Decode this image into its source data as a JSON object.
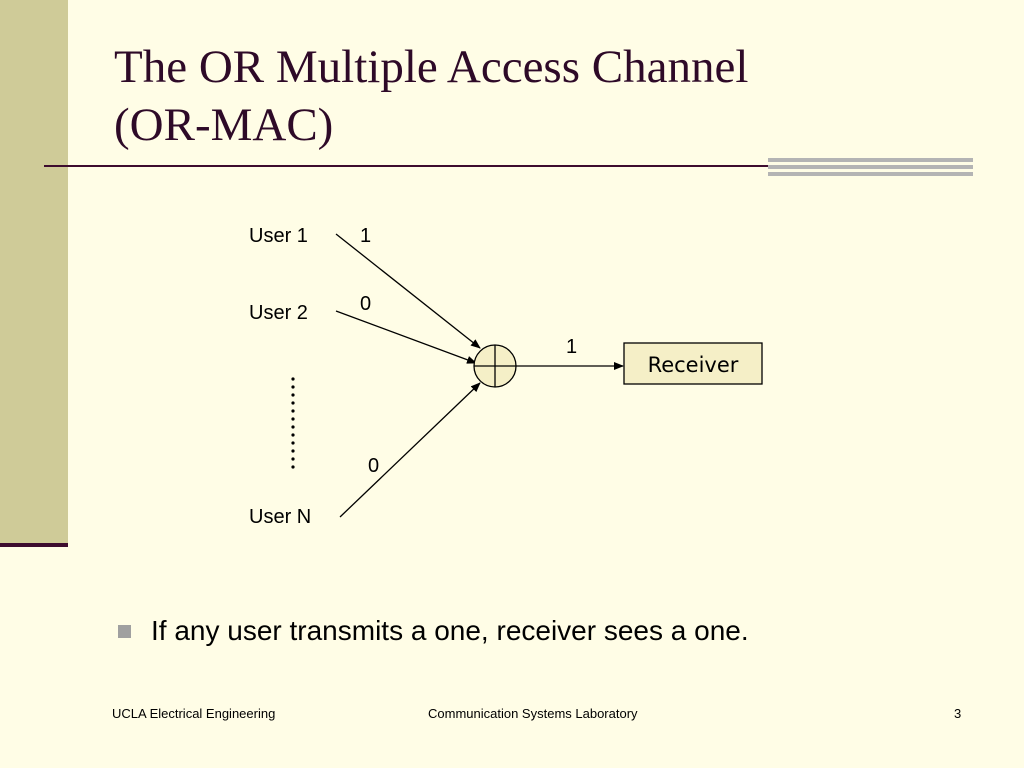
{
  "slide": {
    "title_line1": "The OR Multiple Access Channel",
    "title_line2": "(OR-MAC)"
  },
  "diagram": {
    "users": [
      "User 1",
      "User 2",
      "User N"
    ],
    "user_bits": [
      "1",
      "0",
      "0"
    ],
    "output_bit": "1",
    "receiver_label": "Receiver",
    "ellipsis_marker": "vertical-dots",
    "combiner_symbol": "circle-plus-or-gate"
  },
  "bullet": {
    "text": "If any user transmits a one, receiver sees a one."
  },
  "footer": {
    "left": "UCLA Electrical Engineering",
    "center": "Communication Systems Laboratory",
    "page_number": "3"
  },
  "colors": {
    "background": "#fffde6",
    "sidebar": "#cfcb98",
    "title_text": "#2e0a28",
    "rule": "#3d0c2e",
    "accent_stripes": "#b4b4b4",
    "receiver_box": "#f5efc7",
    "bullet_marker": "#a0a0a0"
  }
}
